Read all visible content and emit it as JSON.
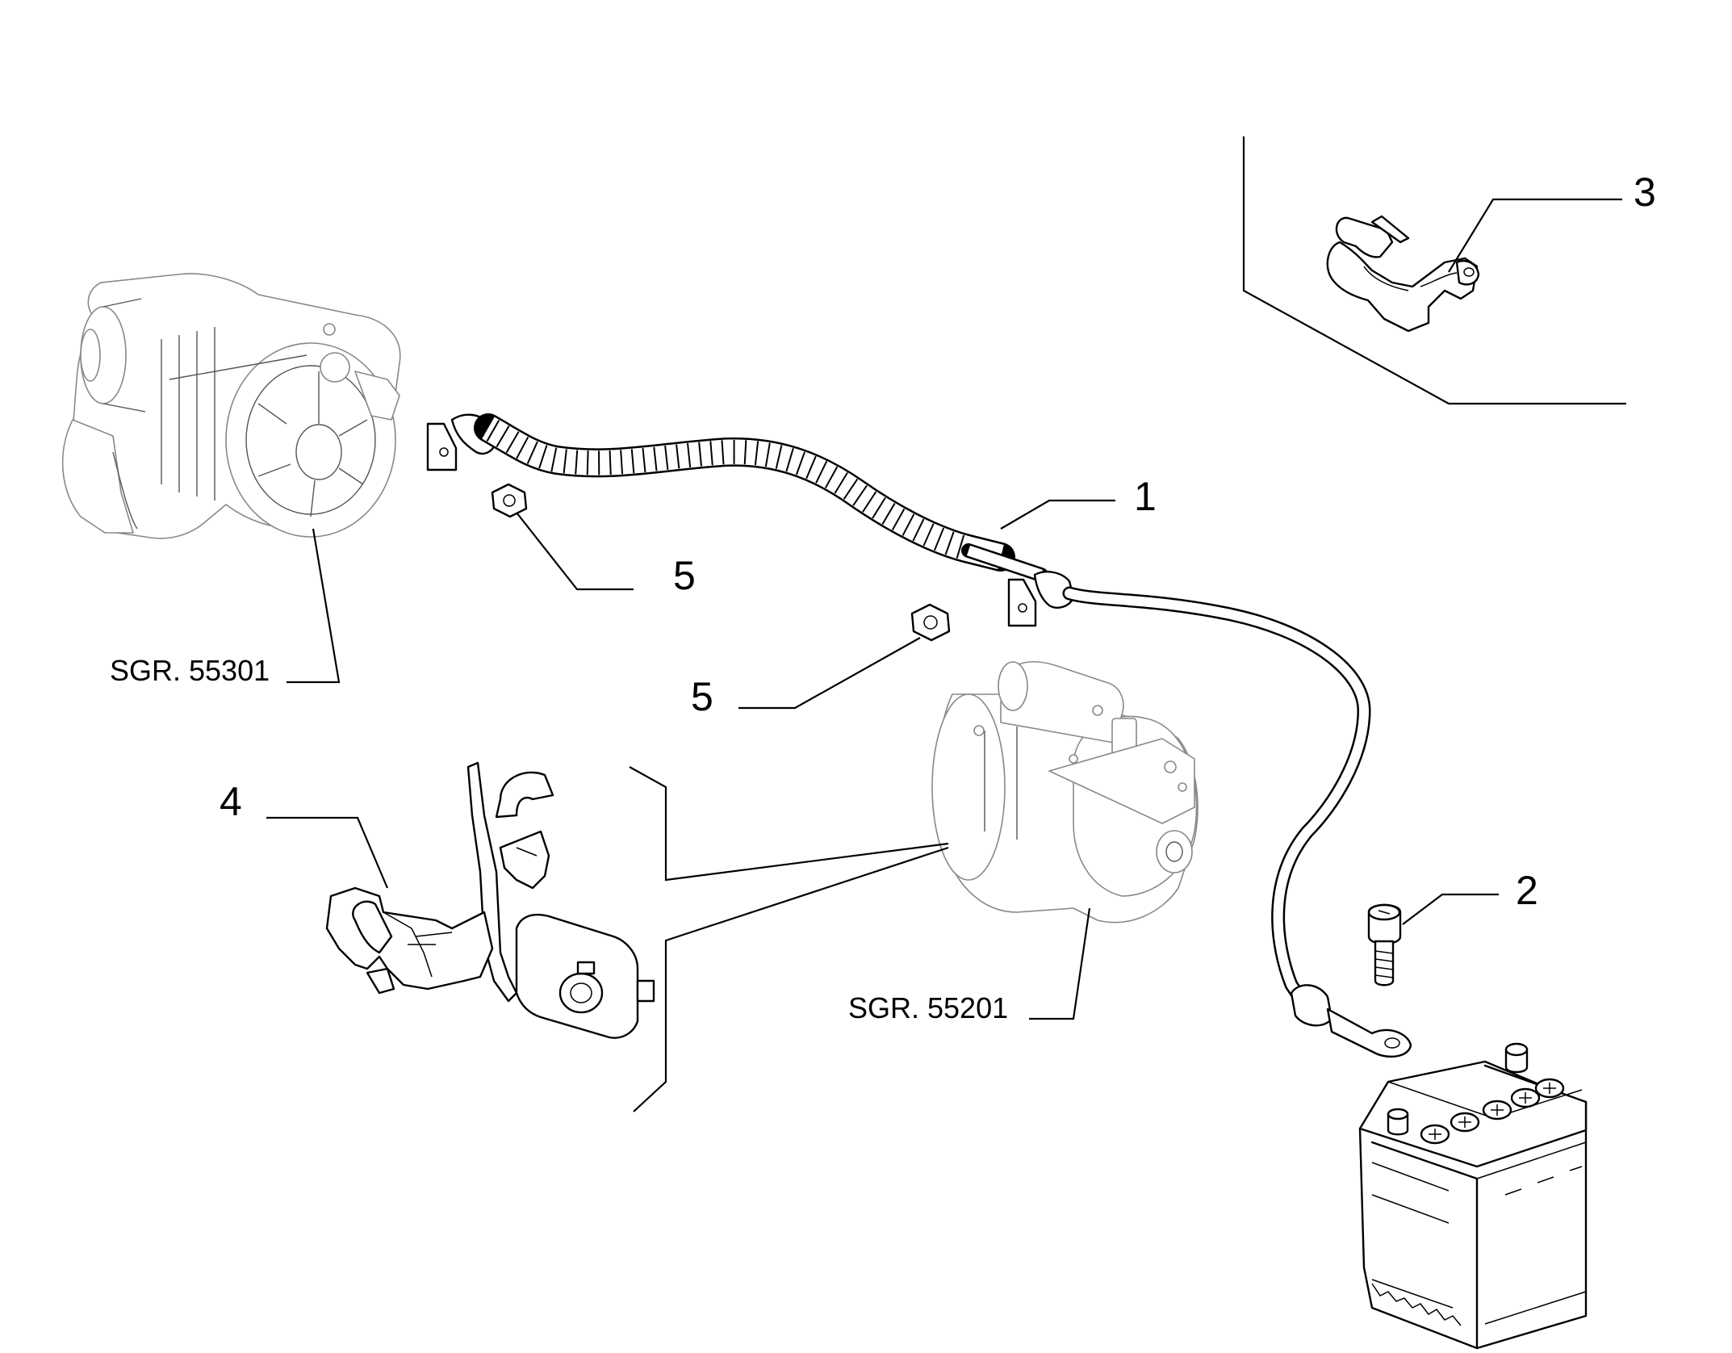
{
  "callouts": {
    "c1": "1",
    "c2": "2",
    "c3": "3",
    "c4": "4",
    "c5a": "5",
    "c5b": "5"
  },
  "references": {
    "alternator": "SGR. 55301",
    "starter": "SGR. 55201"
  },
  "parts": [
    {
      "number": "1",
      "name": "battery-cable"
    },
    {
      "number": "2",
      "name": "screw"
    },
    {
      "number": "3",
      "name": "cable-clip"
    },
    {
      "number": "4",
      "name": "bracket-with-clips"
    },
    {
      "number": "5",
      "name": "nut"
    }
  ]
}
